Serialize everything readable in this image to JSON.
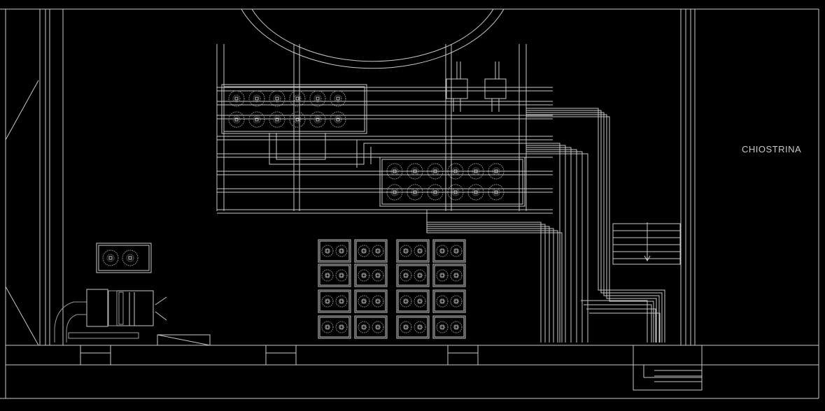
{
  "drawing": {
    "room_label": "CHIOSTRINA",
    "colors": {
      "background": "#000000",
      "line": "#c8c8c8",
      "fan": "#9a9a9a"
    },
    "panel_fan_rows": 2,
    "panel_fan_cols": 6,
    "unit_grid_rows": 4,
    "unit_grid_cols": 4
  }
}
